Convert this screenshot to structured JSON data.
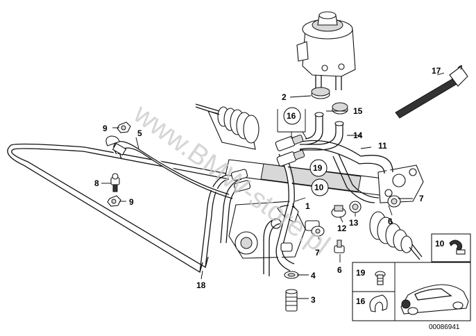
{
  "watermark": "www.BMW-store.pl",
  "diagram_id": "00086941",
  "callouts": {
    "c1": "1",
    "c2": "2",
    "c3": "3",
    "c4": "4",
    "c5": "5",
    "c6a": "6",
    "c6b": "6",
    "c7a": "7",
    "c7b": "7",
    "c8": "8",
    "c9a": "9",
    "c9b": "9",
    "c10": "10",
    "c11": "11",
    "c12": "12",
    "c13": "13",
    "c14": "14",
    "c15": "15",
    "c16": "16",
    "c17": "17",
    "c18": "18",
    "c19": "19"
  },
  "legend": {
    "l10": "10",
    "l19": "19",
    "l16": "16"
  }
}
